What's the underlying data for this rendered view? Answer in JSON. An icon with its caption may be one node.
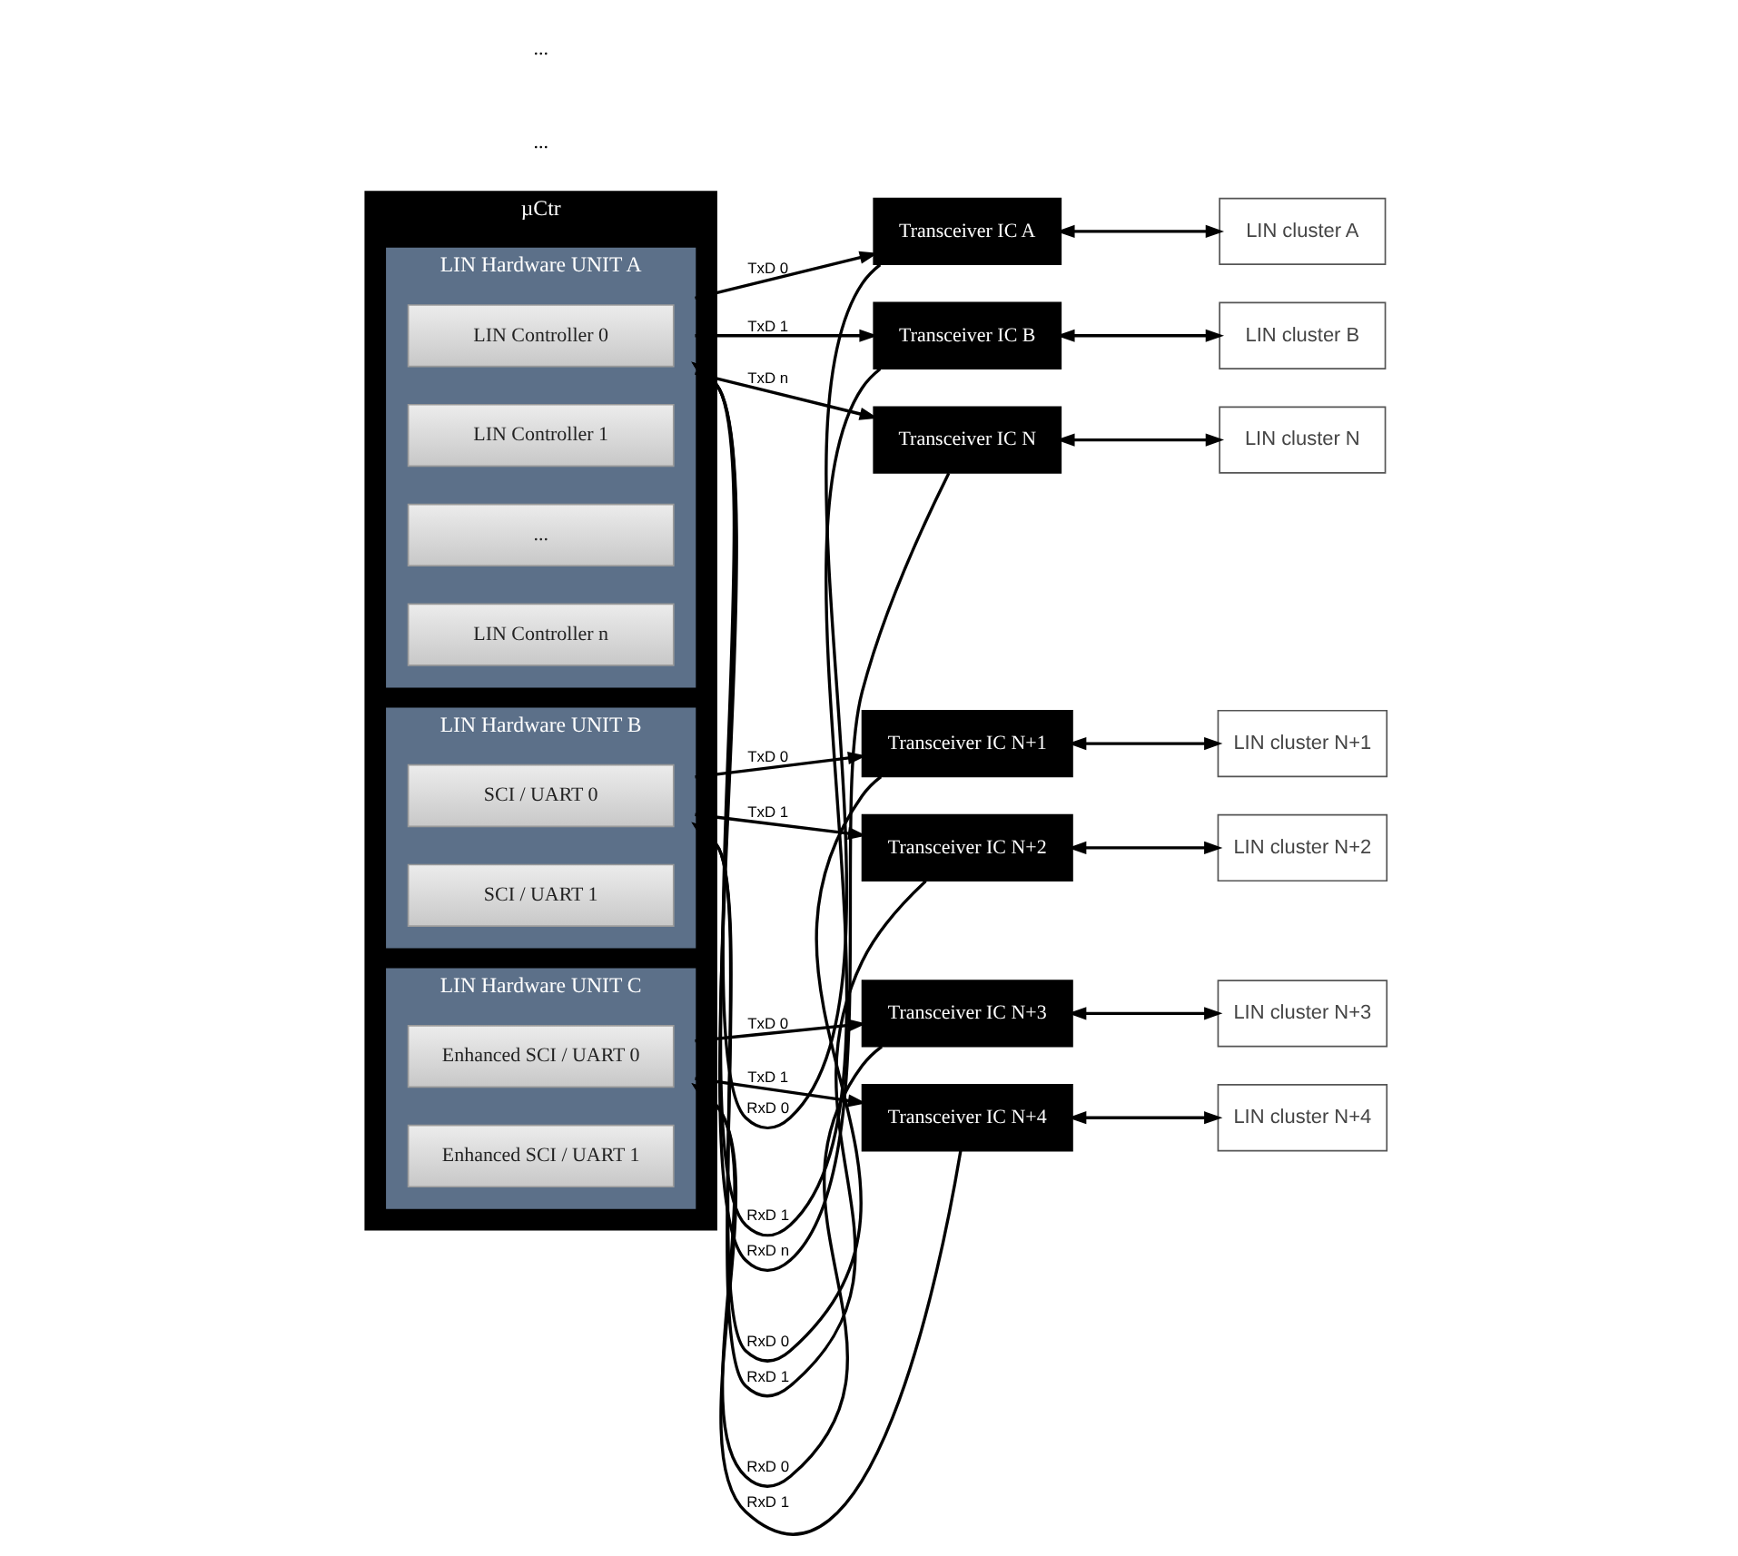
{
  "diagram": {
    "nodes": [
      {
        "text": [
          "µCtr"
        ]
      },
      {
        "text": [
          "LIN Hardware UNIT A"
        ],
        "in": 0
      },
      {
        "text": [
          "LIN Controller 0"
        ],
        "in": 1
      },
      {
        "text": [
          "LIN Controller 1"
        ],
        "in": 1
      },
      {
        "text": [
          "..."
        ],
        "in": 1
      },
      {
        "text": [
          "LIN Controller n"
        ],
        "in": 1
      },
      {
        "text": [
          "LIN Hardware UNIT B"
        ],
        "in": 0
      },
      {
        "text": [
          "SCI / UART 0"
        ],
        "in": 6
      },
      {
        "text": [
          "SCI / UART 1"
        ],
        "in": 6
      },
      {
        "text": [
          "LIN Hardware UNIT C"
        ],
        "in": 0
      },
      {
        "text": [
          "Enhanced SCI / UART 0"
        ],
        "in": 9
      },
      {
        "text": [
          "Enhanced SCI / UART 1"
        ],
        "in": 9
      },
      {
        "text": [
          "Transceiver IC A"
        ]
      },
      {
        "text": [
          "LIN cluster A"
        ]
      },
      {
        "text": [
          "Transceiver IC B"
        ]
      },
      {
        "text": [
          "LIN cluster B"
        ]
      },
      {
        "text": [
          "Transceiver IC N"
        ]
      },
      {
        "text": [
          "LIN cluster N"
        ]
      },
      {
        "text": [
          "Transceiver IC N+1"
        ]
      },
      {
        "text": [
          "LIN cluster N+1"
        ]
      },
      {
        "text": [
          "Transceiver IC N+2"
        ]
      },
      {
        "text": [
          "LIN cluster N+2"
        ]
      },
      {
        "text": [
          "Transceiver IC N+3"
        ]
      },
      {
        "text": [
          "LIN cluster N+3"
        ]
      },
      {
        "text": [
          "Transceiver IC N+4"
        ]
      },
      {
        "text": [
          "LIN cluster N+4"
        ]
      }
    ],
    "edges": [
      {
        "from": 1,
        "to": 12,
        "arrow": "to",
        "label": "TxD 0"
      },
      {
        "from": 12,
        "to": 1,
        "arrow": "to",
        "label": "RxD 0"
      },
      {
        "from": 12,
        "to": 13,
        "arrow": "both"
      },
      {
        "from": 1,
        "to": 14,
        "arrow": "to",
        "label": "TxD 1"
      },
      {
        "from": 14,
        "to": 1,
        "arrow": "to",
        "label": "RxD 1"
      },
      {
        "from": 14,
        "to": 15,
        "arrow": "both"
      },
      {
        "from": 1,
        "to": 16,
        "arrow": "to",
        "label": "TxD n"
      },
      {
        "from": 16,
        "to": 1,
        "arrow": "to",
        "label": "RxD n"
      },
      {
        "from": 16,
        "to": 17,
        "arrow": "both"
      },
      {
        "from": 6,
        "to": 18,
        "arrow": "to",
        "label": "TxD 0"
      },
      {
        "from": 18,
        "to": 6,
        "arrow": "to",
        "label": "RxD 0"
      },
      {
        "from": 18,
        "to": 19,
        "arrow": "both"
      },
      {
        "from": 6,
        "to": 20,
        "arrow": "to",
        "label": "TxD 1"
      },
      {
        "from": 20,
        "to": 6,
        "arrow": "to",
        "label": "RxD 1"
      },
      {
        "from": 20,
        "to": 21,
        "arrow": "both"
      },
      {
        "from": 9,
        "to": 22,
        "arrow": "to",
        "label": "TxD 0"
      },
      {
        "from": 22,
        "to": 9,
        "arrow": "to",
        "label": "RxD 0"
      },
      {
        "from": 22,
        "to": 23,
        "arrow": "both"
      },
      {
        "from": 9,
        "to": 24,
        "arrow": "to",
        "label": "TxD 1"
      },
      {
        "from": 24,
        "to": 9,
        "arrow": "to",
        "label": "RxD 1"
      },
      {
        "from": 24,
        "to": 25,
        "arrow": "both"
      }
    ],
    "labels": [
      "...",
      "..."
    ]
  }
}
